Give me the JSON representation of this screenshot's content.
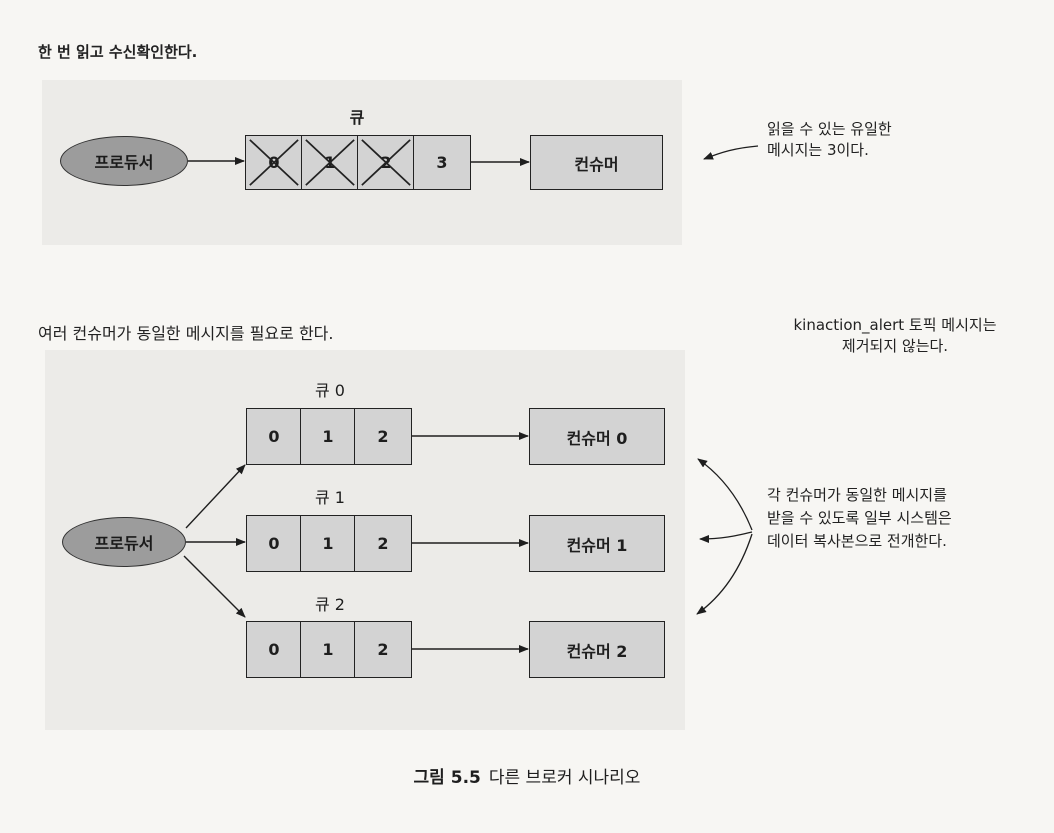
{
  "top": {
    "heading": "한 번 읽고 수신확인한다.",
    "queue_label": "큐",
    "producer": "프로듀서",
    "cells": [
      "0",
      "1",
      "2",
      "3"
    ],
    "crossed": [
      true,
      true,
      true,
      false
    ],
    "consumer": "컨슈머",
    "note_line1": "읽을 수 있는 유일한",
    "note_line2": "메시지는 3이다."
  },
  "bottom": {
    "heading": "여러 컨슈머가 동일한 메시지를 필요로 한다.",
    "producer": "프로듀서",
    "queues": [
      {
        "label": "큐 0",
        "cells": [
          "0",
          "1",
          "2"
        ],
        "consumer": "컨슈머 0"
      },
      {
        "label": "큐 1",
        "cells": [
          "0",
          "1",
          "2"
        ],
        "consumer": "컨슈머 1"
      },
      {
        "label": "큐 2",
        "cells": [
          "0",
          "1",
          "2"
        ],
        "consumer": "컨슈머 2"
      }
    ],
    "note_top_line1": "kinaction_alert 토픽 메시지는",
    "note_top_line2": "제거되지 않는다.",
    "note_line1": "각 컨슈머가 동일한 메시지를",
    "note_line2": "받을 수 있도록 일부 시스템은",
    "note_line3": "데이터 복사본으로 전개한다."
  },
  "caption": {
    "figure": "그림 5.5",
    "text": "다른 브로커 시나리오"
  }
}
